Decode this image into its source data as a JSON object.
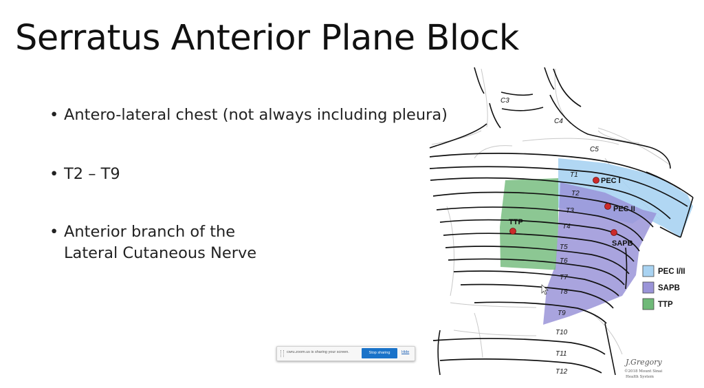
{
  "slide": {
    "title": "Serratus Anterior Plane Block",
    "bullets": [
      {
        "marker": "•",
        "lines": [
          "Antero-lateral chest (not always including pleura)"
        ]
      },
      {
        "marker": "•",
        "lines": [
          "T2 – T9"
        ]
      },
      {
        "marker": "•",
        "lines": [
          "Anterior branch of the",
          "Lateral Cutaneous Nerve"
        ]
      }
    ]
  },
  "diagram": {
    "dermatomes": [
      "C3",
      "C4",
      "C5",
      "T1",
      "T2",
      "T3",
      "T4",
      "T5",
      "T6",
      "T7",
      "T8",
      "T9",
      "T10",
      "T11",
      "T12"
    ],
    "points": [
      "PEC I",
      "PEC II",
      "TTP",
      "SAPB"
    ],
    "legend": [
      {
        "label": "PEC I/II",
        "color": "#a9d3f2"
      },
      {
        "label": "SAPB",
        "color": "#9a94d8"
      },
      {
        "label": "TTP",
        "color": "#6fb978"
      }
    ],
    "signature": "J.Gregory",
    "copyright_line1": "©2018 Mount Sinai",
    "copyright_line2": "Health System",
    "point_color": "#cc2a2a"
  },
  "zoom_bar": {
    "message": "cwru.zoom.us is sharing your screen.",
    "stop_label": "Stop sharing",
    "hide_label": "Hide"
  }
}
